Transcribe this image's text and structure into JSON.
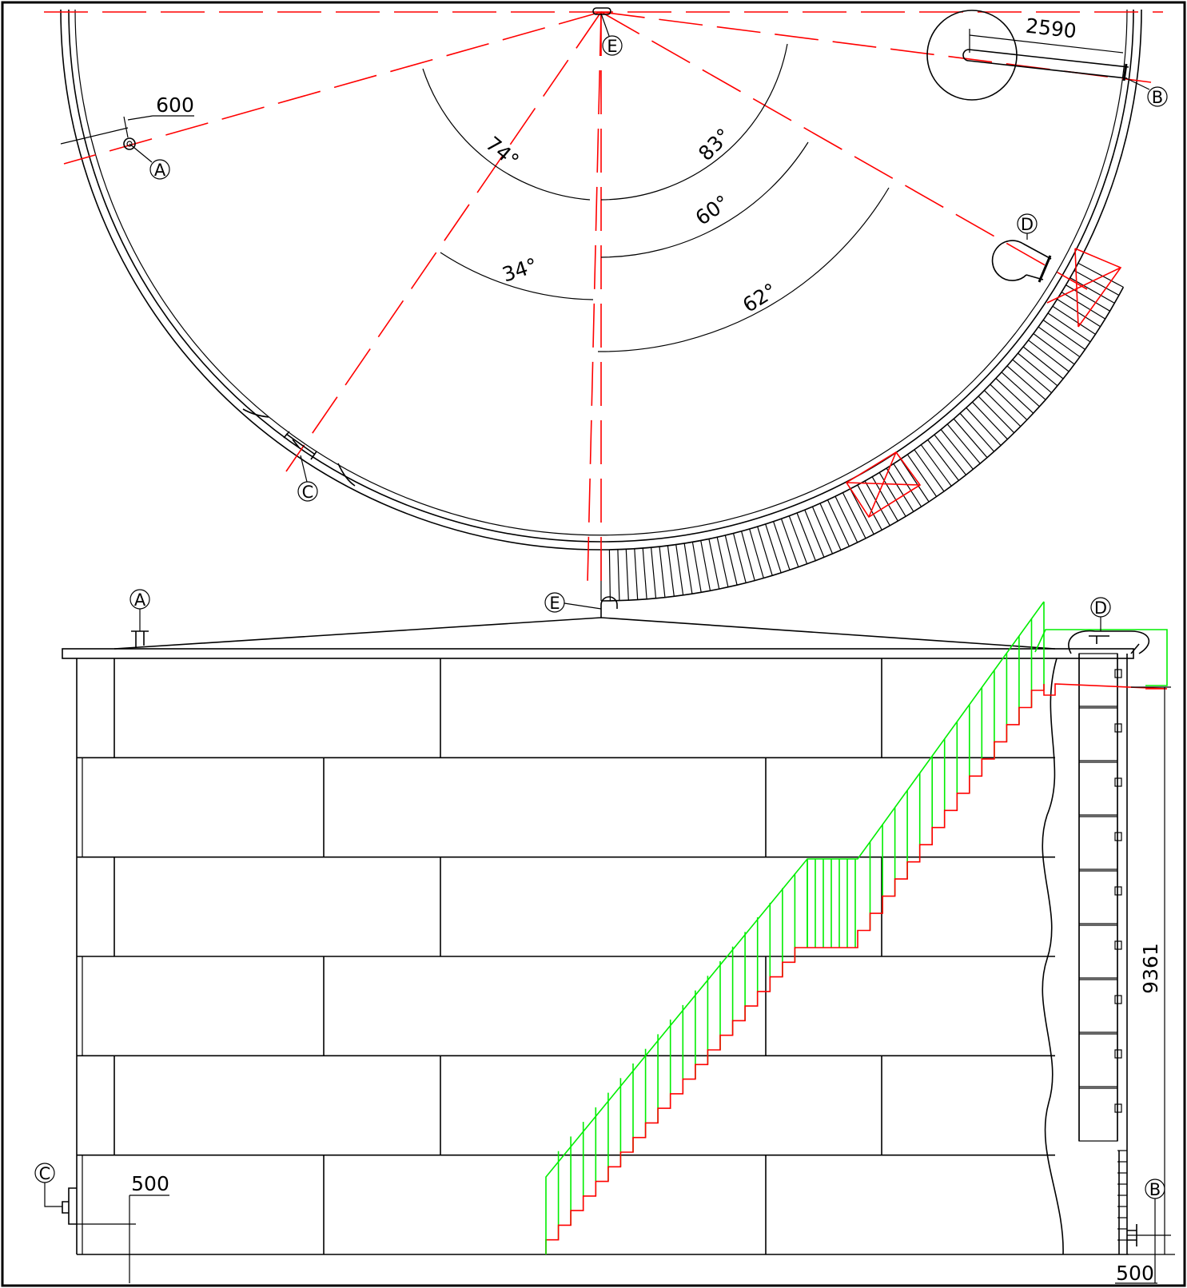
{
  "plan_view": {
    "angles": [
      "74°",
      "83°",
      "60°",
      "34°",
      "62°"
    ],
    "dimensions": [
      "600",
      "2590"
    ]
  },
  "elevation_view": {
    "dimensions": [
      "500",
      "9361",
      "500"
    ]
  },
  "nozzle_labels": [
    "A",
    "B",
    "C",
    "D",
    "E"
  ],
  "colors": {
    "outline": "#000000",
    "centerlines": "#ff0000",
    "stair_rail": "#00ee00"
  }
}
